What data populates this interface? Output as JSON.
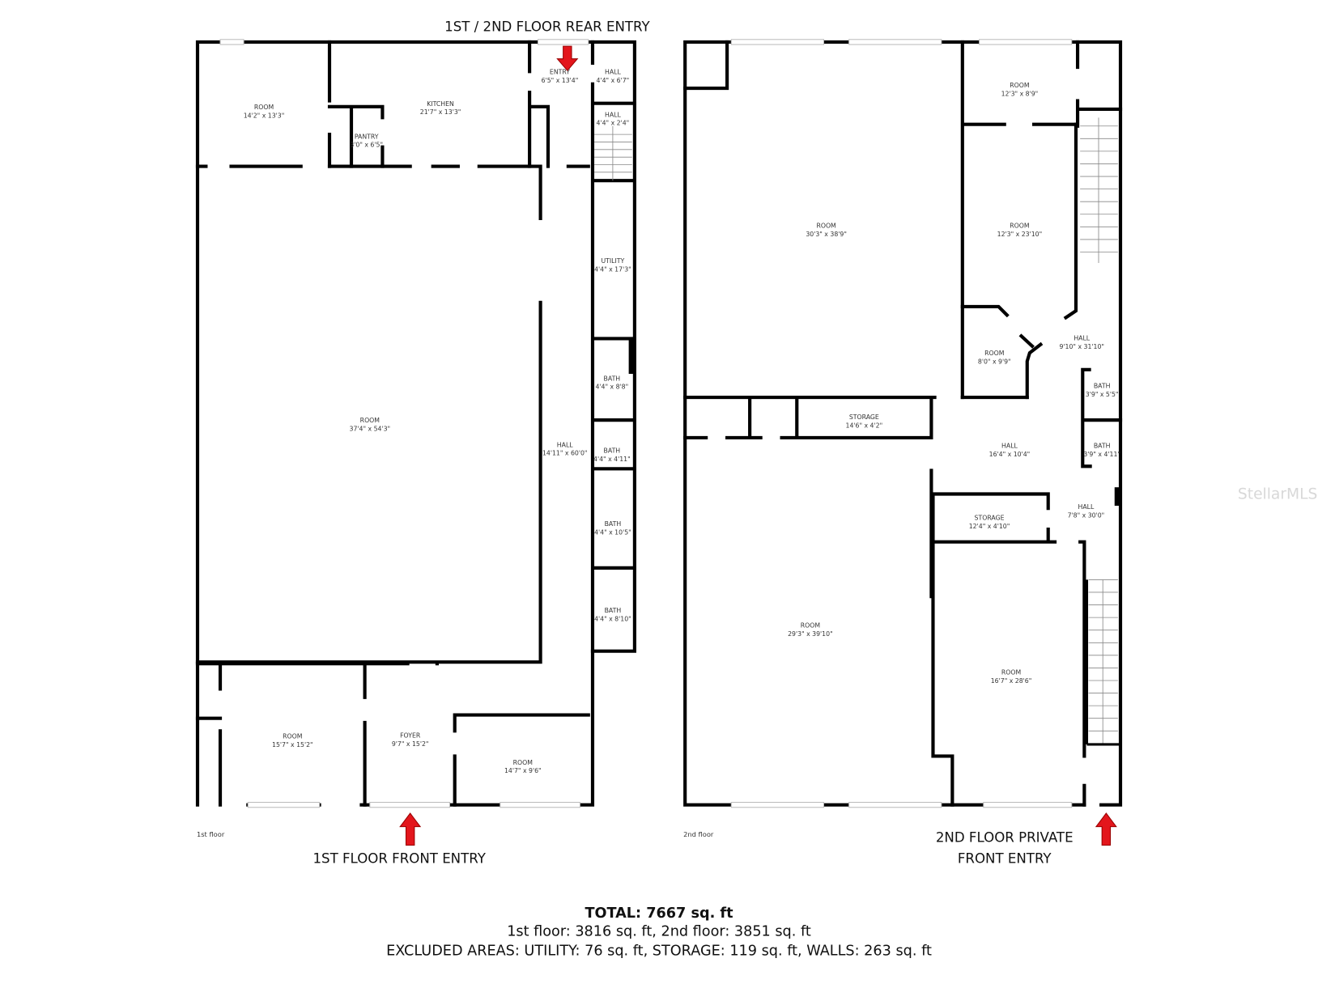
{
  "captions": {
    "rear_entry": "1ST / 2ND FLOOR REAR ENTRY",
    "first_front_entry": "1ST FLOOR FRONT ENTRY",
    "second_front_entry_line1": "2ND FLOOR PRIVATE",
    "second_front_entry_line2": "FRONT ENTRY"
  },
  "floors": [
    {
      "label": "1st floor",
      "rooms": [
        {
          "name": "ROOM",
          "size": "14'2\" x 13'3\""
        },
        {
          "name": "KITCHEN",
          "size": "21'7\" x 13'3\""
        },
        {
          "name": "PANTRY",
          "size": "3'0\" x 6'5\""
        },
        {
          "name": "ENTRY",
          "size": "6'5\" x 13'4\""
        },
        {
          "name": "HALL",
          "size": "4'4\" x 6'7\""
        },
        {
          "name": "HALL",
          "size": "4'4\" x 2'4\""
        },
        {
          "name": "UTILITY",
          "size": "4'4\" x 17'3\""
        },
        {
          "name": "BATH",
          "size": "4'4\" x 8'8\""
        },
        {
          "name": "ROOM",
          "size": "37'4\" x 54'3\""
        },
        {
          "name": "HALL",
          "size": "14'11\" x 60'0\""
        },
        {
          "name": "BATH",
          "size": "4'4\" x 4'11\""
        },
        {
          "name": "BATH",
          "size": "4'4\" x 10'5\""
        },
        {
          "name": "BATH",
          "size": "4'4\" x 8'10\""
        },
        {
          "name": "ROOM",
          "size": "15'7\" x 15'2\""
        },
        {
          "name": "FOYER",
          "size": "9'7\" x 15'2\""
        },
        {
          "name": "ROOM",
          "size": "14'7\" x 9'6\""
        }
      ]
    },
    {
      "label": "2nd floor",
      "rooms": [
        {
          "name": "ROOM",
          "size": "12'3\" x 8'9\""
        },
        {
          "name": "ROOM",
          "size": "30'3\" x 38'9\""
        },
        {
          "name": "ROOM",
          "size": "12'3\" x 23'10\""
        },
        {
          "name": "ROOM",
          "size": "8'0\" x 9'9\""
        },
        {
          "name": "HALL",
          "size": "9'10\" x 31'10\""
        },
        {
          "name": "BATH",
          "size": "3'9\" x 5'5\""
        },
        {
          "name": "STORAGE",
          "size": "14'6\" x 4'2\""
        },
        {
          "name": "HALL",
          "size": "16'4\" x 10'4\""
        },
        {
          "name": "BATH",
          "size": "3'9\" x 4'11\""
        },
        {
          "name": "HALL",
          "size": "7'8\" x 30'0\""
        },
        {
          "name": "STORAGE",
          "size": "12'4\" x 4'10\""
        },
        {
          "name": "ROOM",
          "size": "29'3\" x 39'10\""
        },
        {
          "name": "ROOM",
          "size": "16'7\" x 28'6\""
        }
      ]
    }
  ],
  "totals": {
    "total": "TOTAL: 7667 sq. ft",
    "floors": "1st floor: 3816 sq. ft, 2nd floor: 3851 sq. ft",
    "excluded": "EXCLUDED AREAS: UTILITY: 76 sq. ft, STORAGE: 119 sq. ft, WALLS: 263 sq. ft"
  },
  "watermark": "StellarMLS",
  "colors": {
    "arrow": "#e3161c",
    "walls": "#000000"
  }
}
